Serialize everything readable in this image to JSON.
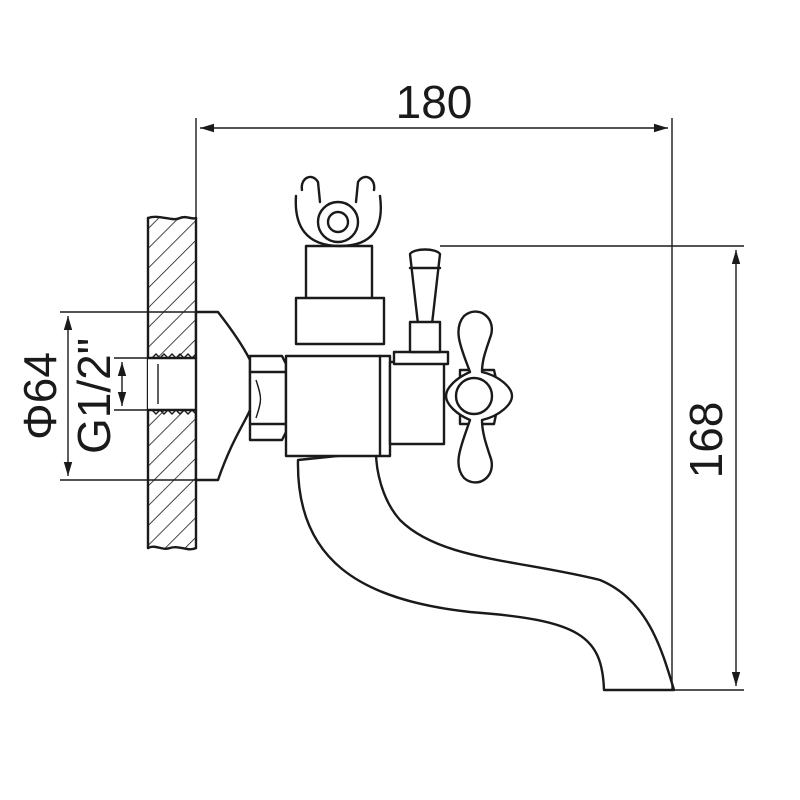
{
  "dimensions": {
    "overall_length": "180",
    "overall_height": "168",
    "flange_diameter": "Φ64",
    "thread_size": "G1/2\""
  },
  "colors": {
    "line": "#1a1a1a",
    "background": "#ffffff"
  }
}
